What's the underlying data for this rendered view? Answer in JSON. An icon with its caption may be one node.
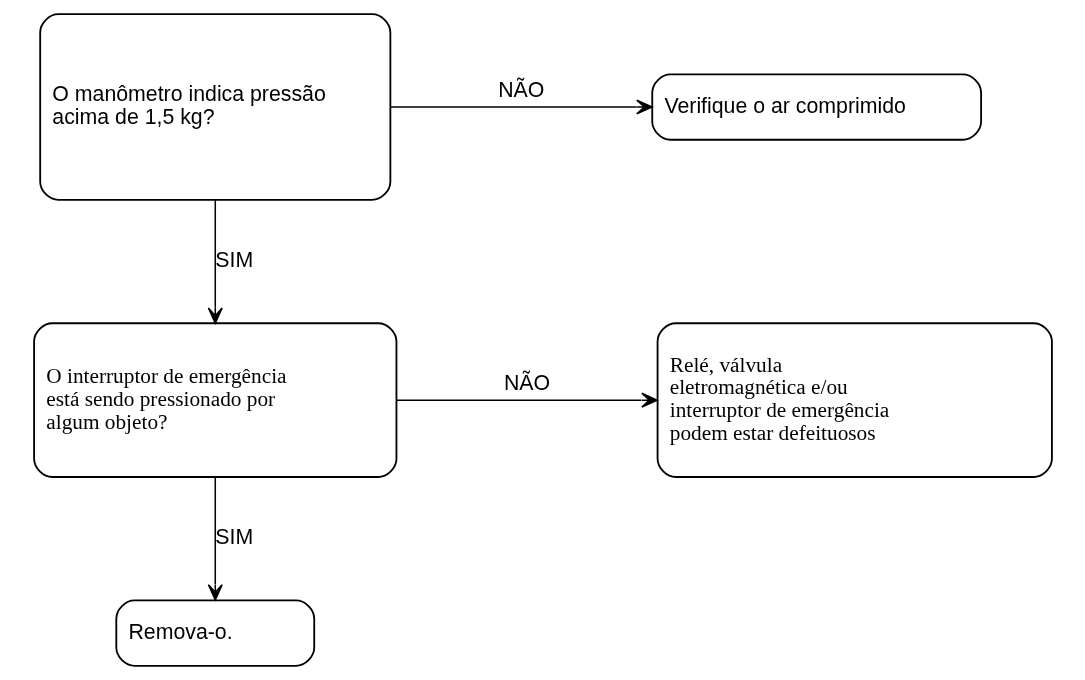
{
  "diagram": {
    "nodes": [
      {
        "text": [
          "O manômetro indica pressão acima de 1,5 kg?"
        ]
      },
      {
        "text": [
          "Verifique o ar comprimido"
        ]
      },
      {
        "text": [
          "O interruptor de emergência está sendo pressionado por algum objeto?"
        ]
      },
      {
        "text": [
          "Relé, válvula eletromagnética e/ou interruptor de emergência podem estar defeituosos"
        ]
      },
      {
        "text": [
          "Remova-o."
        ]
      }
    ],
    "edges": [
      {
        "from": 0,
        "to": 1,
        "arrow": "to",
        "label": "NÃO"
      },
      {
        "from": 0,
        "to": 2,
        "arrow": "to",
        "label": "SIM"
      },
      {
        "from": 2,
        "to": 3,
        "arrow": "to",
        "label": "NÃO"
      },
      {
        "from": 2,
        "to": 4,
        "arrow": "to",
        "label": "SIM"
      }
    ]
  }
}
